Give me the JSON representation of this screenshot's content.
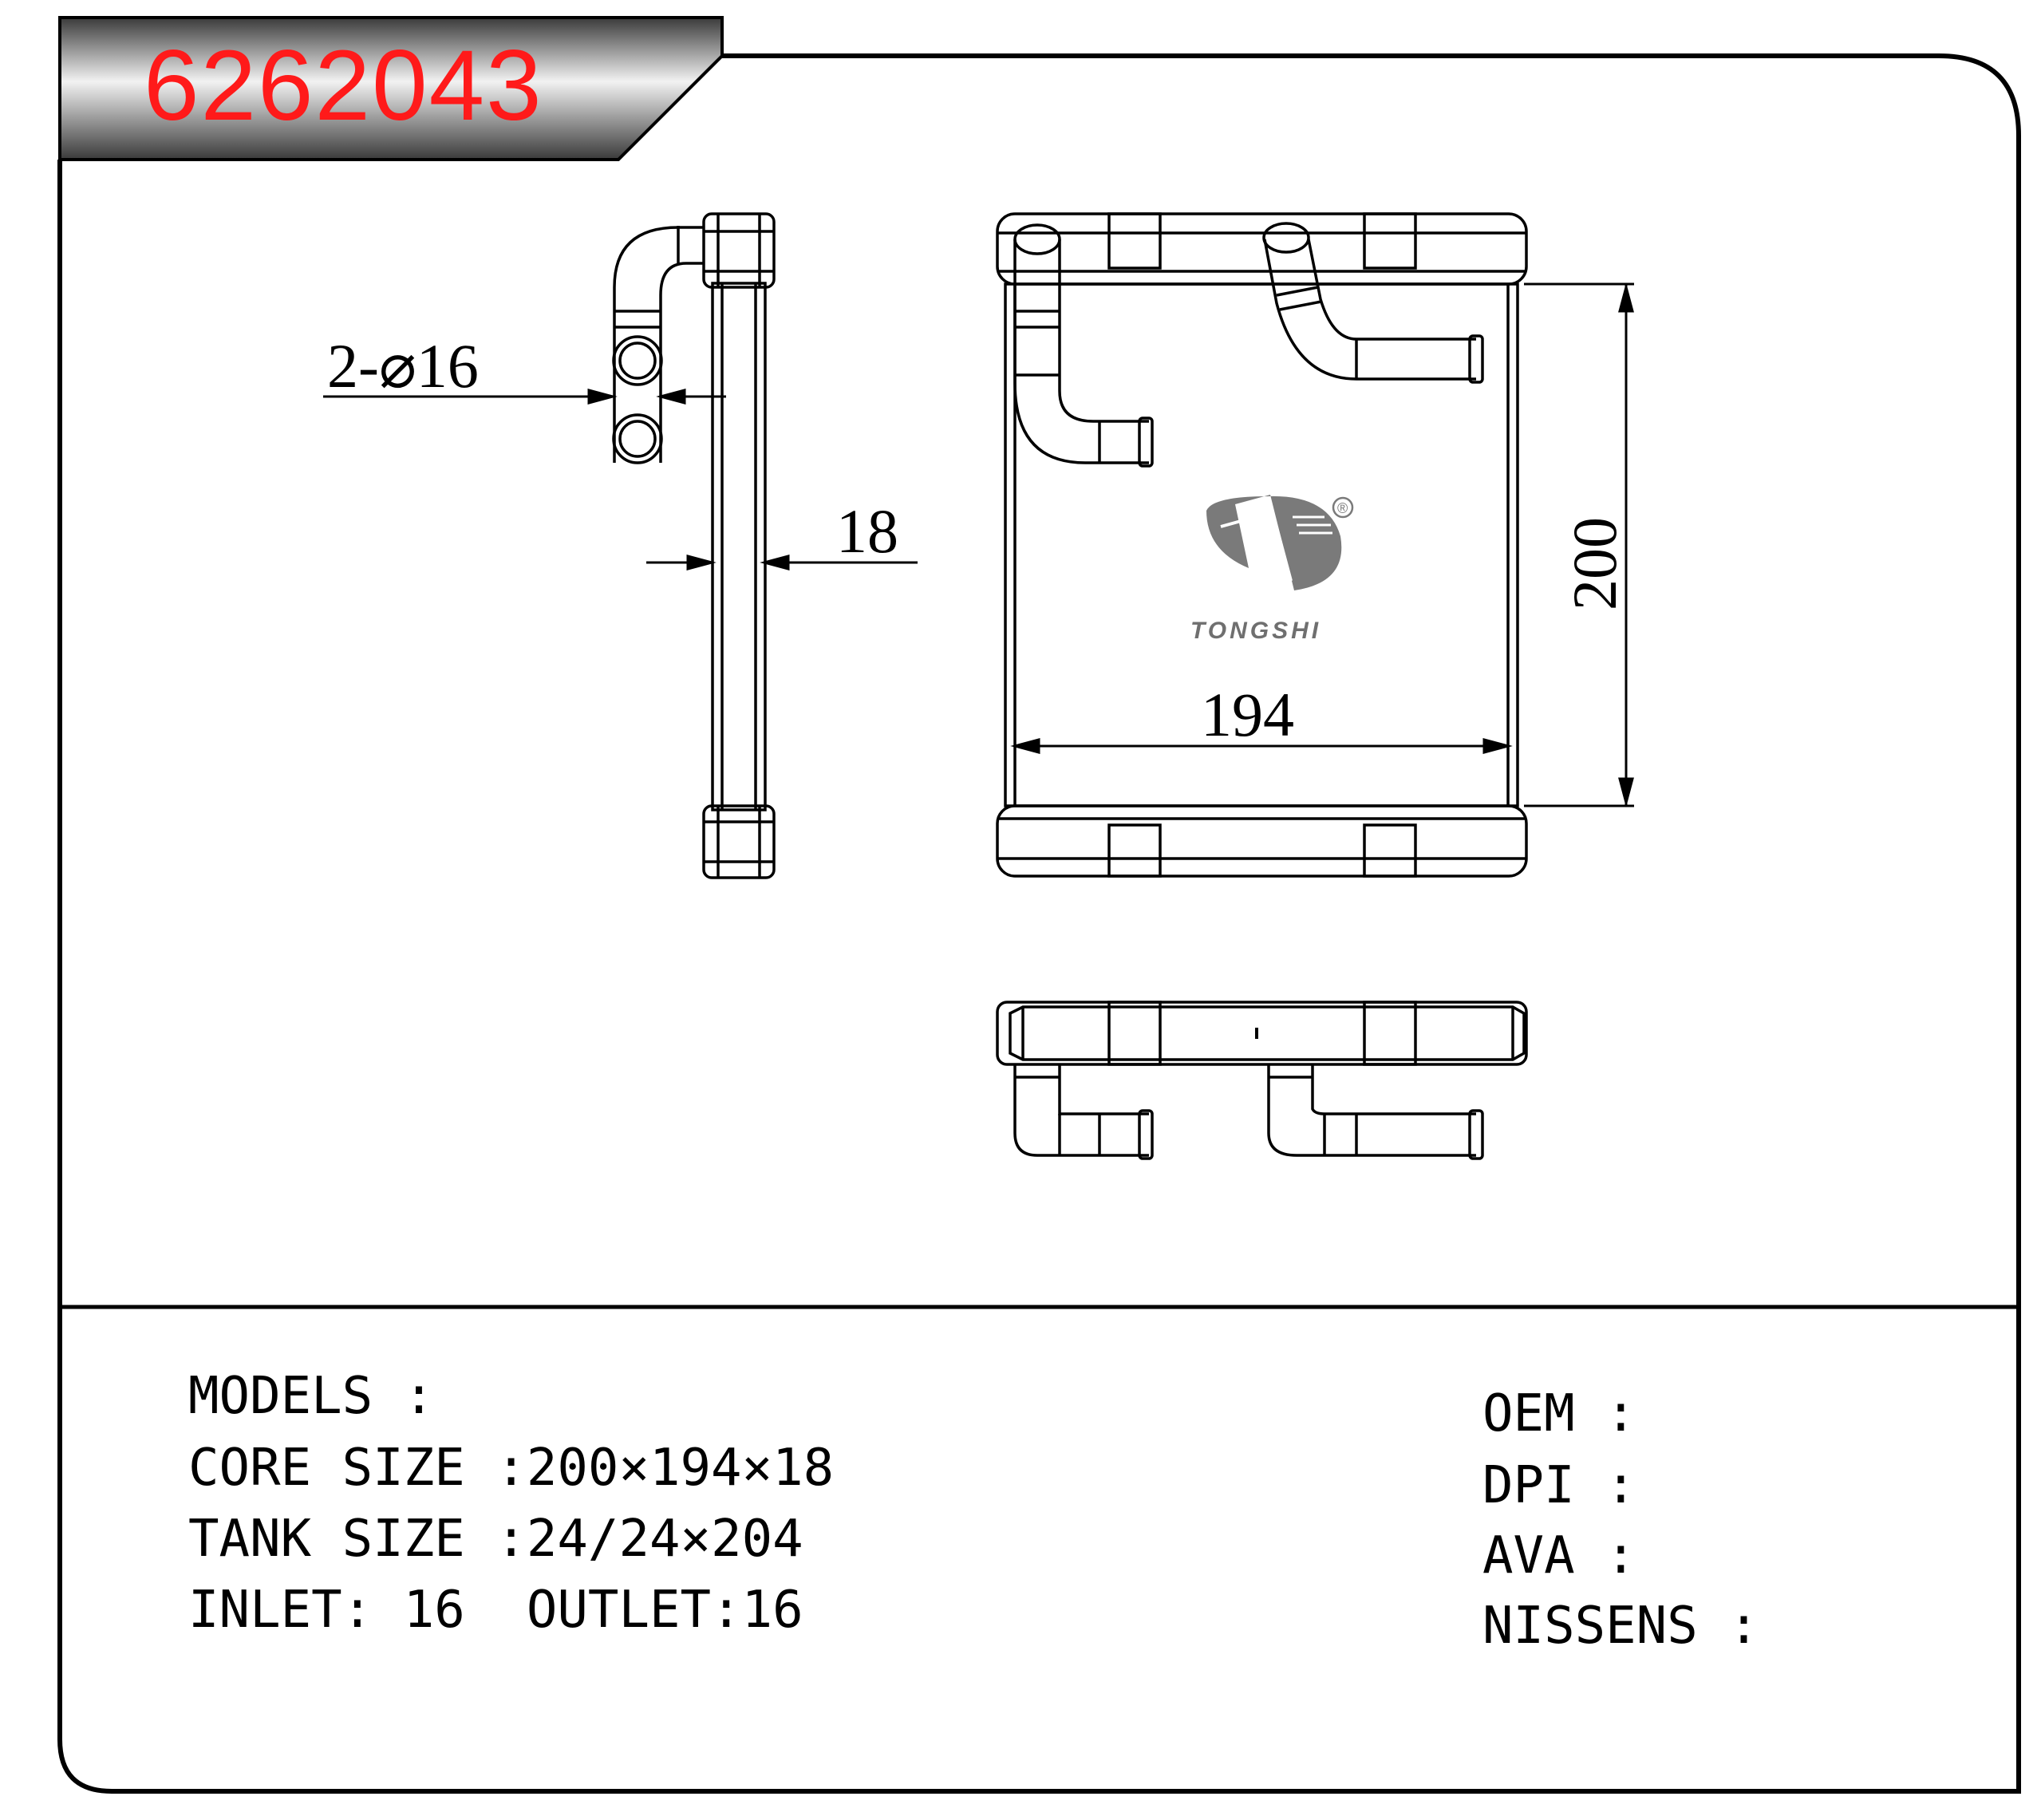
{
  "header": {
    "part_number": "6262043"
  },
  "drawing": {
    "dim_pipes": "2-⌀16",
    "dim_thickness": "18",
    "dim_width": "194",
    "dim_height": "200",
    "brand": "TONGSHI",
    "registered_mark": "®"
  },
  "specs": {
    "models": "MODELS :",
    "core_size": "CORE SIZE :200×194×18",
    "tank_size": "TANK SIZE :24/24×204",
    "inlet_outlet": "INLET: 16  OUTLET:16"
  },
  "refs": {
    "oem": "OEM :",
    "dpi": "DPI :",
    "ava": "AVA :",
    "nissens": "NISSENS :"
  },
  "colors": {
    "part_number": "#ff1a1a",
    "line": "#000000",
    "logo": "#7a7a7a"
  }
}
